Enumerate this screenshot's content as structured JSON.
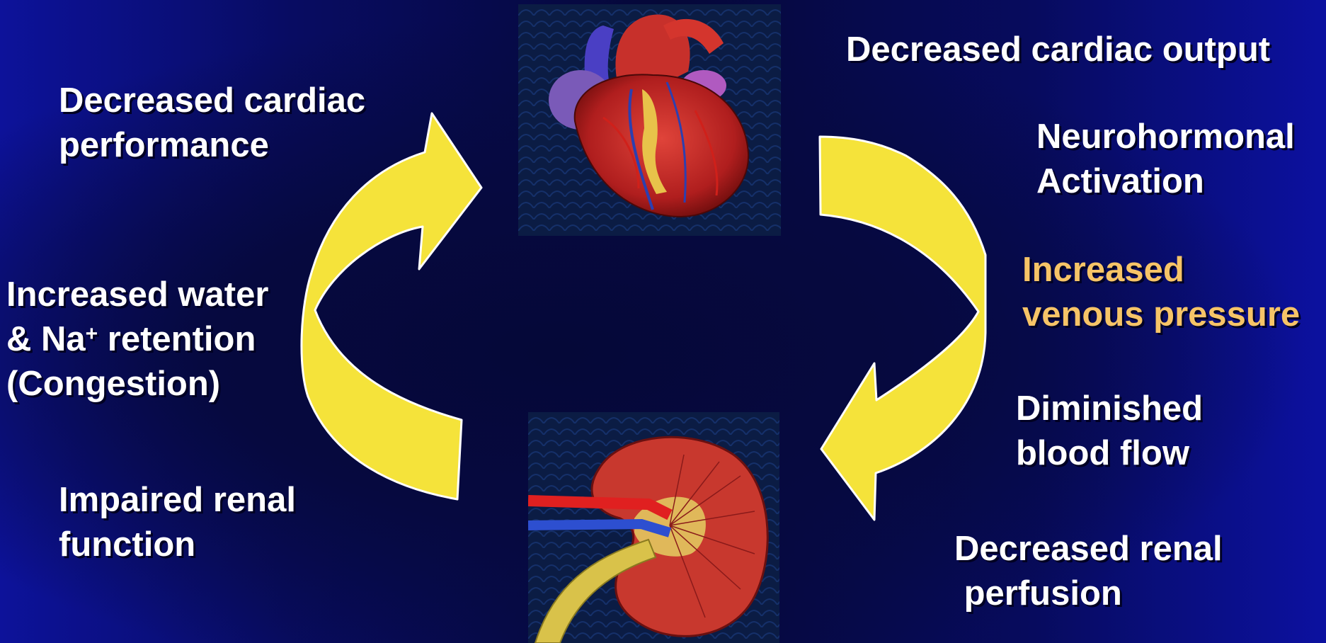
{
  "left_cycle": {
    "decreased_cardiac_performance": [
      "Decreased cardiac",
      "performance"
    ],
    "increased_water_retention": {
      "line1": "Increased water",
      "line2_prefix": "& Na",
      "line2_sup": "+",
      "line2_suffix": " retention",
      "line3": "(Congestion)"
    },
    "impaired_renal_function": [
      "Impaired renal",
      "function"
    ]
  },
  "right_cycle": {
    "decreased_cardiac_output": "Decreased cardiac output",
    "neurohormonal_activation": [
      "Neurohormonal",
      "Activation"
    ],
    "increased_venous_pressure": [
      "Increased",
      "venous pressure"
    ],
    "diminished_blood_flow": [
      "Diminished",
      "blood flow"
    ],
    "decreased_renal_perfusion": [
      "Decreased renal",
      " perfusion"
    ]
  },
  "colors": {
    "text": "#ffffff",
    "highlight_text": "#f6c467",
    "arrow_fill": "#f5e33a",
    "arrow_stroke": "#ffffff",
    "background_edge": "#0c11a0",
    "background_center": "#050838"
  },
  "images": {
    "heart": "heart-illustration",
    "kidney": "kidney-illustration"
  }
}
